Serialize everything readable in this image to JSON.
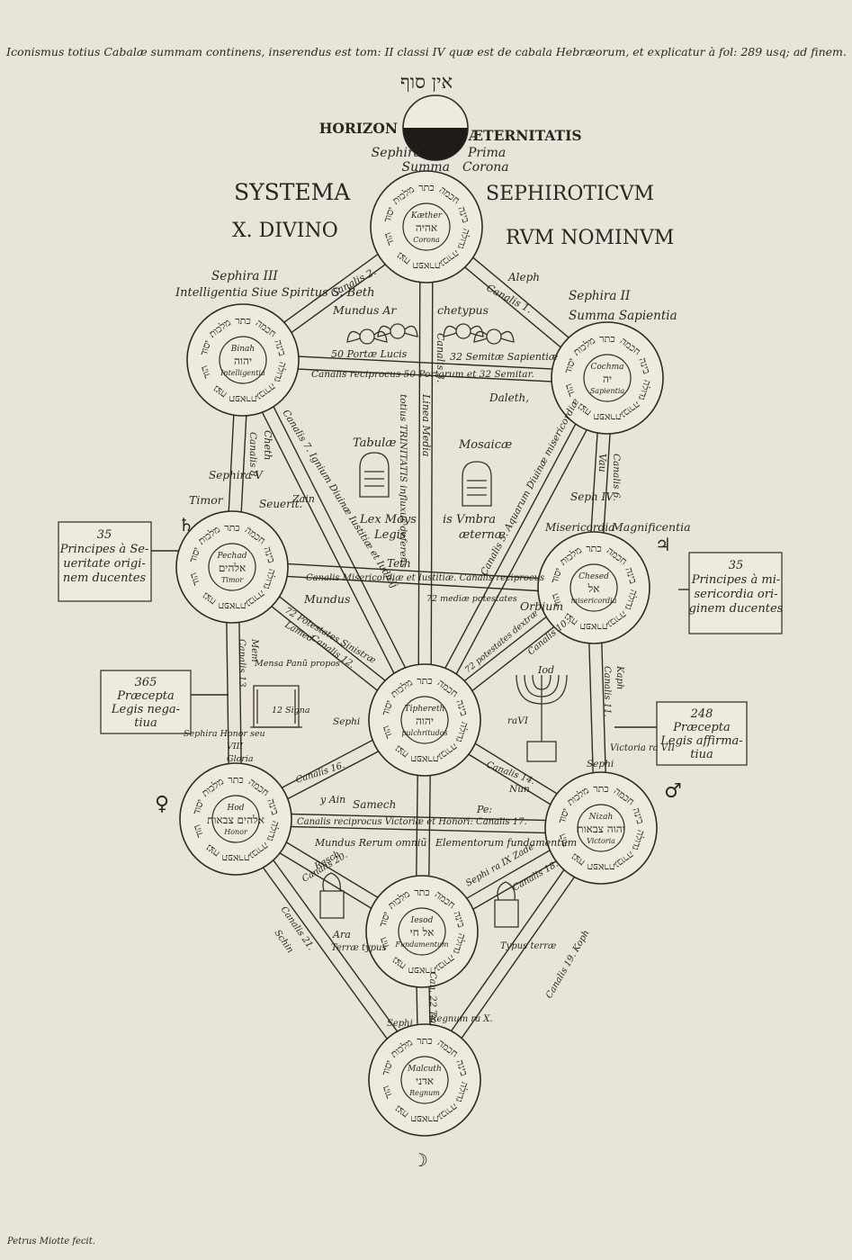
{
  "caption": "Iconismus totius Cabalæ summam continens, inserendus est tom: II classi IV quæ est de cabala Hebræorum, et explicatur à fol: 289 usq; ad finem.",
  "top_hebrew": "אין סוף",
  "horizon_left": "HORIZON",
  "horizon_right": "ÆTERNITATIS",
  "sephira_prima_1": "Sephira",
  "sephira_prima_2": "Prima",
  "sephira_prima_3": "Summa",
  "sephira_prima_4": "Corona",
  "title_1": "SYSTEMA",
  "title_2": "SEPHIROTICVM",
  "title_3": "X. DIVINO",
  "title_4": "RVM NOMINVM",
  "signature": "Petrus Miotte fecit.",
  "colors": {
    "paper": "#e9e4d8",
    "ink": "#2a2622"
  },
  "ring_words": [
    "כתר",
    "חכמה",
    "בינה",
    "גדולה",
    "גבורה",
    "תפארת",
    "נצח",
    "הוד",
    "יסוד",
    "מלכות"
  ],
  "sephiroth": [
    {
      "id": "kether",
      "name": "Kæther",
      "hebrew": "אהיה",
      "sub": "Corona"
    },
    {
      "id": "binah",
      "name": "Binah",
      "hebrew": "יהוה",
      "sub": "Intelligentia"
    },
    {
      "id": "cochma",
      "name": "Cochma",
      "hebrew": "יה",
      "sub": "Sapientia"
    },
    {
      "id": "pechad",
      "name": "Pechad",
      "hebrew": "אלהים",
      "sub": "Timor"
    },
    {
      "id": "chesed",
      "name": "Chesed",
      "hebrew": "אל",
      "sub": "misericordia"
    },
    {
      "id": "tiphereth",
      "name": "Tiphereth",
      "hebrew": "יהוה",
      "sub": "pulchritudos"
    },
    {
      "id": "hod",
      "name": "Hod",
      "hebrew": "אלהים צבאות",
      "sub": "Honor"
    },
    {
      "id": "nizah",
      "name": "Nizah",
      "hebrew": "יהוה צבאות",
      "sub": "Victoria"
    },
    {
      "id": "iesod",
      "name": "Iesod",
      "hebrew": "אל חי",
      "sub": "Fundamentum"
    },
    {
      "id": "malcuth",
      "name": "Malcuth",
      "hebrew": "אדני",
      "sub": "Regnum"
    }
  ],
  "labels": {
    "sephira3": "Sephira III",
    "intelligentia": "Intelligentia Siue Spiritus S. Beth",
    "sephira2": "Sephira II",
    "summa_sapientia": "Summa Sapientia",
    "canalis2": "Canalis 2.",
    "canalis1": "Canalis 1.",
    "aleph": "Aleph",
    "mundus_archetypus_1": "Mundus Ar",
    "mundus_archetypus_2": "chetypus",
    "portae_lucis": "50 Portæ Lucis",
    "semitae": "32 Semitæ Sapientiæ",
    "canalis_reciprocus": "Canalis reciprocus 50 Portarum et 32 Semitar.",
    "canalis3": "Canalis 3.",
    "daleth": "Daleth,",
    "tabulae": "Tabulæ",
    "mosaicae": "Mosaicæ",
    "linea_media": "Linea Media",
    "trinitatis": "totius TRINITATIS influxus deferens",
    "canalis8": "Canalis 8.",
    "cheth": "Cheth",
    "canalis7": "Canalis 7. Ignium Diuinæ Iustitiæ et Iudicij",
    "zain": "Zain",
    "sephira5": "Sephira V",
    "timor": "Timor",
    "seueritas": "Seuerit.",
    "lex_moys": "Lex Moys",
    "legis": "Legis",
    "umbra": "is Vmbra",
    "aeternae": "æternæ",
    "canalis5": "Canalis 5. Aquarum Diuinæ misericordiæ",
    "vau": "Vau",
    "canalis6": "Canalis 6.",
    "sephira4": "Seph IV",
    "misericordia": "Misericordia",
    "magnificentia": "Magnificentia",
    "teth": "Teth",
    "canalis_misericordiae": "Canalis Misericordiæ et Iustitiæ. Canalis reciprocus",
    "mundus": "Mundus",
    "orbium": "Orbium",
    "potestates": "72 Potestates Sinistræ",
    "medie": "72 mediæ potestates",
    "dextrae": "72 potestates dextræ",
    "canalis12": "Canalis 12.",
    "lamed": "Lamed",
    "canalis10": "Canalis 10.",
    "iod": "Iod",
    "mensa": "Mensa Panũ propos",
    "signa": "12 Signa",
    "sephi_left": "Sephi",
    "ravi": "raVI",
    "canalis13": "Canalis 13.",
    "mem": "Mem",
    "sephira_honor": "Sephira Honor seu",
    "viii": "VIII",
    "gloria": "Gloria",
    "canalis11": "Canalis 11.",
    "kaph": "Kaph",
    "victoria_vii": "Victoria ra VII",
    "sephi_right": "Sephi",
    "canalis16": "Canalis 16.",
    "ain": "y Ain",
    "canalis14": "Canalis 14.",
    "nun": "Nun",
    "samech": "Samech",
    "pe": "Pe:",
    "canalis_victoriae": "Canalis reciprocus Victoriæ et Honori: Canalis 17.",
    "mundus_rerum": "Mundus Rerum omniũ",
    "elementorum": "Elementorum fundamentum",
    "canalis20": "Canalis 20.",
    "resch": "Resch",
    "sephi_ix": "Sephi ra IX Zade",
    "canalis18": "Canalis 18.",
    "ara": "Ara",
    "terrae_typus": "Terræ typus",
    "typus_terrae": "Typus terræ",
    "canalis21": "Canalis 21.",
    "schin": "Schin",
    "canalis19": "Canalis 19. Koph",
    "canalis22": "Can. 22 Tau",
    "sephi_bottom": "Sephi",
    "regnum_x": "Regnum ra X."
  },
  "boxes": {
    "left1": [
      "35",
      "Principes à Se-",
      "ueritate origi-",
      "nem ducentes"
    ],
    "right1": [
      "35",
      "Principes à mi-",
      "sericordia ori-",
      "ginem ducentes"
    ],
    "left2": [
      "365",
      "Præcepta",
      "Legis nega-",
      "tiua"
    ],
    "right2": [
      "248",
      "Præcepta",
      "Legis affirma-",
      "tiua"
    ]
  },
  "symbols": {
    "mars": "♂",
    "venus": "♀",
    "moon": "☽",
    "jupiter": "♃",
    "saturn": "♄"
  }
}
